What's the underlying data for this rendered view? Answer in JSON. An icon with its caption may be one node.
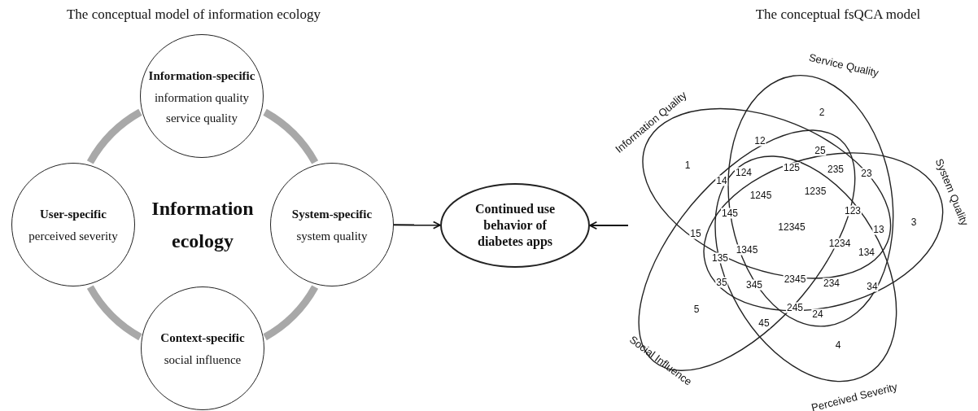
{
  "diagram": {
    "nodes": [
      {
        "text": [
          "Information-specific",
          "information quality",
          "service quality"
        ]
      },
      {
        "text": [
          "User-specific",
          "perceived severity"
        ]
      },
      {
        "text": [
          "Information ecology"
        ]
      },
      {
        "text": [
          "System-specific",
          "system quality"
        ]
      },
      {
        "text": [
          "Context-specific",
          "social influence"
        ]
      },
      {
        "text": [
          "Continued use behavior of diabetes apps"
        ]
      },
      {
        "text": [
          "Service Quality"
        ]
      },
      {
        "text": [
          "Information Quality"
        ]
      },
      {
        "text": [
          "System Quality"
        ]
      },
      {
        "text": [
          "Social Influence"
        ]
      },
      {
        "text": [
          "Perceived Severity"
        ]
      }
    ],
    "edges": [
      {
        "from": 3,
        "to": 5,
        "arrow": "to"
      },
      {
        "from": null,
        "to": 5,
        "arrow": "to"
      }
    ],
    "labels": [
      "The conceptual model of information ecology",
      "The conceptual fsQCA model",
      "2",
      "12",
      "25",
      "1",
      "125",
      "235",
      "124",
      "23",
      "14",
      "1235",
      "1245",
      "123",
      "145",
      "3",
      "12345",
      "13",
      "15",
      "1234",
      "1345",
      "134",
      "135",
      "2345",
      "35",
      "234",
      "345",
      "34",
      "245",
      "5",
      "24",
      "45",
      "4"
    ]
  }
}
